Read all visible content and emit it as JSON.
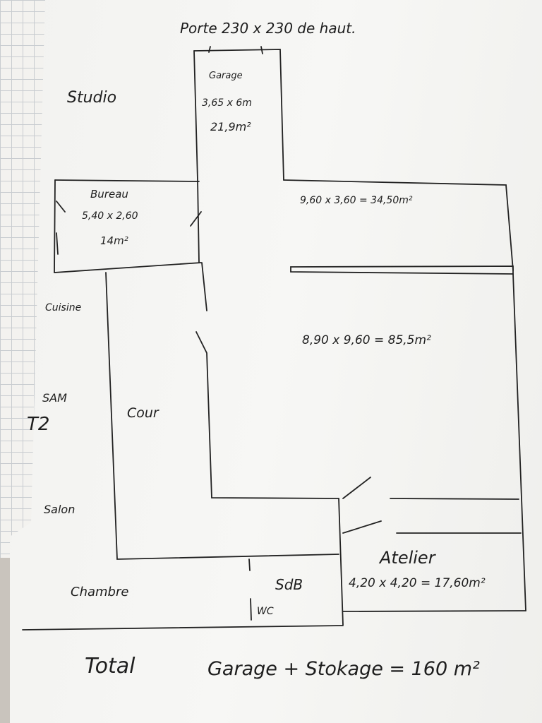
{
  "door_note": "Porte 230 x 230 de haut.",
  "rooms": {
    "garage": {
      "name": "Garage",
      "dims": "3,65 x 6m",
      "area": "21,9m²"
    },
    "studio": {
      "name": "Studio"
    },
    "bureau": {
      "name": "Bureau",
      "dims": "5,40 x 2,60",
      "area": "14m²"
    },
    "storage_top": {
      "dims": "9,60 x 3,60 = 34,50m²"
    },
    "storage_main": {
      "dims": "8,90 x 9,60 = 85,5m²"
    },
    "cuisine": {
      "name": "Cuisine"
    },
    "sam": {
      "name": "SAM"
    },
    "t2": {
      "name": "T2"
    },
    "cour": {
      "name": "Cour"
    },
    "salon": {
      "name": "Salon"
    },
    "chambre": {
      "name": "Chambre"
    },
    "sdb": {
      "name": "SdB"
    },
    "wc": {
      "name": "WC"
    },
    "atelier": {
      "name": "Atelier",
      "dims": "4,20 x 4,20 = 17,60m²"
    }
  },
  "total": {
    "label": "Total",
    "text": "Garage + Stokage = 160 m²"
  }
}
